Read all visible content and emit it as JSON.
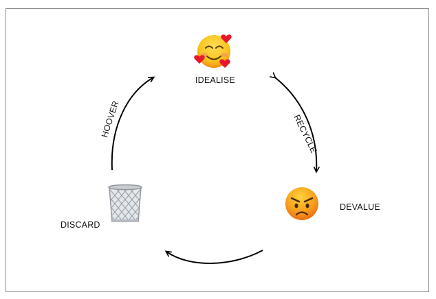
{
  "diagram": {
    "nodes": {
      "idealise": {
        "label": "IDEALISE",
        "icon": "smiling-face-with-hearts-icon"
      },
      "devalue": {
        "label": "DEVALUE",
        "icon": "angry-face-icon"
      },
      "discard": {
        "label": "DISCARD",
        "icon": "wastebasket-icon"
      }
    },
    "edges": {
      "recycle": {
        "label": "RECYCLE",
        "from": "IDEALISE",
        "to": "DEVALUE"
      },
      "devalue_to_discard": {
        "label": "",
        "from": "DEVALUE",
        "to": "DISCARD"
      },
      "hoover": {
        "label": "HOOVER",
        "from": "DISCARD",
        "to": "IDEALISE"
      }
    },
    "colors": {
      "arrow": "#000000",
      "border": "#8c8c8c",
      "face_yellow": "#f8c31c",
      "face_orange": "#f08a1a",
      "heart_red": "#e8182a",
      "bin_gray": "#9aa0a8"
    }
  }
}
